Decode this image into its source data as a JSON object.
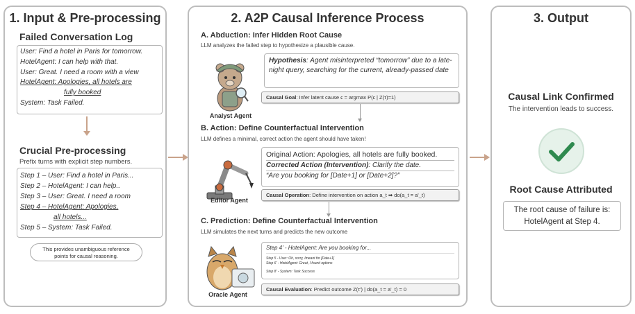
{
  "panel1": {
    "title": "1. Input & Pre-processing",
    "log_title": "Failed Conversation Log",
    "log_lines": [
      "User: Find a hotel in Paris for tomorrow.",
      "HotelAgent: I can help with that.",
      "User: Great. I need a room with a view",
      "HotelAgent: Apologies, all hotels are",
      "fully booked",
      "System: Task Failed."
    ],
    "pre_title": "Crucial Pre-processing",
    "pre_sub": "Prefix turns with explicit step numbers.",
    "step_lines": [
      "Step 1 – User: Find a hotel in Paris...",
      "Step 2 – HotelAgent: I can help..",
      "Step 3 – User: Great. I need a room",
      "Step 4 – HotelAgent: Apologies,",
      "all hotels...",
      "Step 5 – System: Task Failed."
    ],
    "note": "This provides unambiguous reference points for causal reasoning."
  },
  "panel2": {
    "title": "2. A2P Causal Inference Process",
    "a_title": "A. Abduction: Infer Hidden Root Cause",
    "a_sub": "LLM analyzes the failed step to hypothesize a plausible cause.",
    "a_hyp_label": "Hypothesis",
    "a_hyp_text": ": Agent misinterpreted “tomorrow” due to a late-night query, searching for the current, already-passed date",
    "a_goal_label": "Causal Goal",
    "a_goal_text": ": Infer latent cause ϵ = argmax P(ϵ | Z(τ)=1)",
    "a_agent": "Analyst Agent",
    "b_title": "B. Action: Define Counterfactual Intervention",
    "b_sub": "LLM defines a minimal, correct action the agent should have taken!",
    "b_orig": "Original Action: Apologies, all hotels are fully booked.",
    "b_corr_label": "Corrected Action (Intervention)",
    "b_corr_text": ": Clarify the date.",
    "b_quote": "“Are you booking for [Date+1] or [Date+2]?”",
    "b_op_label": "Causal Operation",
    "b_op_text": ": Define intervention on action a_t ➡ do(a_t = a'_t)",
    "b_agent": "Editor Agent",
    "c_title": "C. Prediction: Define Counterfactual Intervention",
    "c_sub": "LLM simulates the next turns and predicts the new outcome",
    "c_step4": "Step 4' - HotelAgent: Are you booking for...",
    "c_small": [
      "Step 5 - User: Oh, sorry, Imeant for [Date+1]",
      "Step 6' - HotelAgent: Great, I found options",
      "Step 8' - System: Task Success"
    ],
    "c_eval_label": "Causal Evaluation",
    "c_eval_text": ": Predict outcome Z(τ') | do(a_t = a'_t) = 0",
    "c_agent": "Oracle Agent"
  },
  "panel3": {
    "title": "3. Output",
    "link_title": "Causal Link Confirmed",
    "link_sub": "The intervention leads to success.",
    "root_title": "Root Cause Attributed",
    "root_box": [
      "The root cause of failure is:",
      "HotelAgent at Step 4."
    ]
  },
  "colors": {
    "arrow": "#c9a38b",
    "check_bg": "#e6f2ea",
    "check": "#2f8a4f"
  }
}
